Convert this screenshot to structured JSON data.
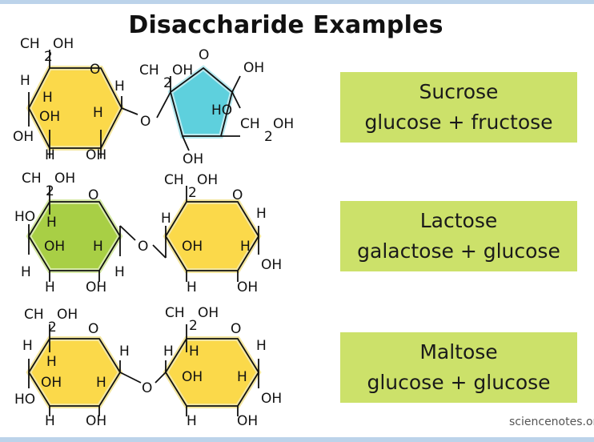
{
  "title": "Disaccharide Examples",
  "credit": "sciencenotes.or",
  "colors": {
    "glucose": "#fbd94a",
    "galactose": "#a8cf45",
    "fructose": "#5ed0dd",
    "label_box": "#cce16a",
    "stripe": "#bcd3ea"
  },
  "labels": {
    "ch2": "CH",
    "sub2": "2",
    "oh_suffix": "OH",
    "h": "H",
    "oh": "OH",
    "o": "O",
    "ho": "HO"
  },
  "disaccharides": [
    {
      "name": "Sucrose",
      "components": "glucose + fructose"
    },
    {
      "name": "Lactose",
      "components": "galactose + glucose"
    },
    {
      "name": "Maltose",
      "components": "glucose + glucose"
    }
  ]
}
